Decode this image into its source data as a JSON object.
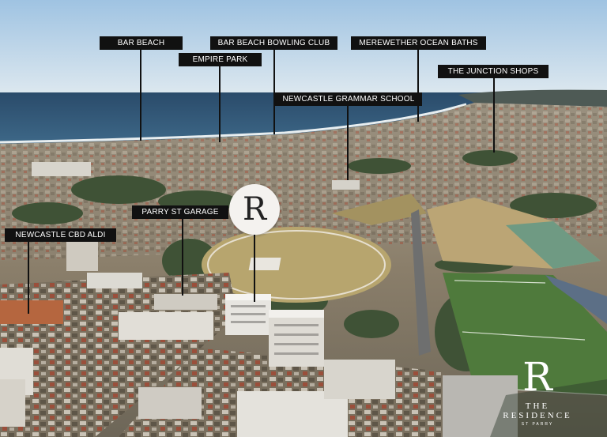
{
  "labels": {
    "bar_beach": "BAR BEACH",
    "bar_beach_bowling_club": "BAR BEACH BOWLING CLUB",
    "merewether_ocean_baths": "MEREWETHER OCEAN BATHS",
    "empire_park": "EMPIRE PARK",
    "the_junction_shops": "THE JUNCTION SHOPS",
    "newcastle_grammar_school": "NEWCASTLE GRAMMAR SCHOOL",
    "parry_st_garage": "PARRY ST GARAGE",
    "newcastle_cbd_aldi": "NEWCASTLE CBD ALDI"
  },
  "logo_letter": "R",
  "brand": {
    "letter": "R",
    "name": "THE RESIDENCE",
    "subtitle": "ST PARRY"
  },
  "colors": {
    "label_bg": "#111111",
    "label_text": "#ffffff",
    "sky": "#bcd6ea",
    "ocean": "#2c4f70"
  }
}
